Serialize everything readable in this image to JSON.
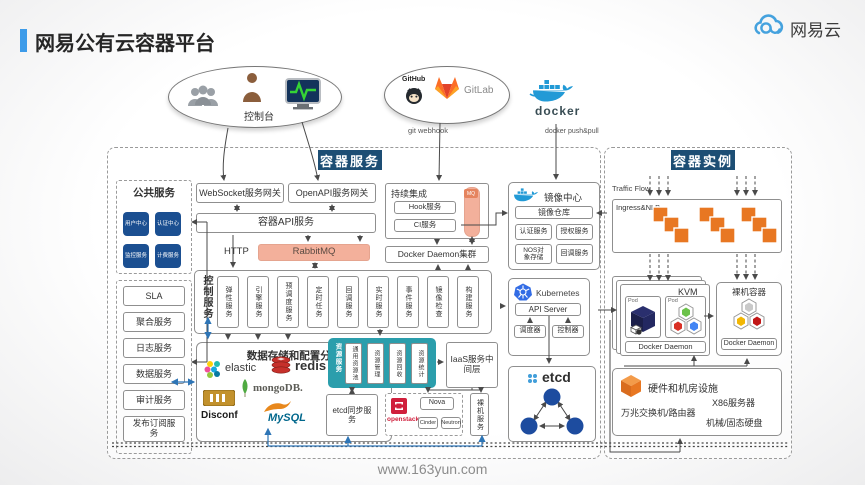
{
  "colors": {
    "accent_blue": "#3d9be9",
    "header_blue": "#1d4e74",
    "cell_blue": "#1b4f91",
    "teal": "#2b9eac",
    "salmon": "#f3b09b",
    "container_orange": "#e87722"
  },
  "page": {
    "title": "网易公有云容器平台",
    "brand": "网易云",
    "footer": "www.163yun.com"
  },
  "top": {
    "console": "控制台",
    "github": "GitHub",
    "gitlab": "GitLab",
    "git_webhook": "git webhook",
    "docker": "docker",
    "docker_pushpull": "docker push&pull"
  },
  "cs": {
    "title": "容器服务",
    "public": {
      "title": "公共服务",
      "items": [
        "用户中心",
        "认证中心",
        "监控服务",
        "计费服务"
      ]
    },
    "side": [
      "SLA",
      "聚合服务",
      "日志服务",
      "数据服务",
      "审计服务",
      "发布订阅服务"
    ],
    "gw_ws": "WebSocket服务网关",
    "gw_open": "OpenAPI服务网关",
    "api": "容器API服务",
    "http": "HTTP",
    "rabbitmq": "RabbitMQ",
    "control": {
      "title": "控制服务",
      "items": [
        "弹性服务",
        "引擎服务",
        "预调度服务",
        "定时任务",
        "回调服务",
        "实时服务",
        "事件服务",
        "镜像检查",
        "构建服务"
      ]
    },
    "ci": {
      "title": "持续集成",
      "hook": "Hook服务",
      "ci": "CI服务",
      "mq": "MQ",
      "daemon": "Docker Daemon集群"
    },
    "registry": {
      "title": "镜像中心",
      "repo": "镜像仓库",
      "items": [
        "认证服务",
        "授权服务",
        "NOS对象存储",
        "回调服务"
      ]
    },
    "storage": {
      "title": "数据存储和配置分发",
      "elastic": "elastic",
      "redis": "redis",
      "mongodb": "mongoDB.",
      "disconf": "Disconf",
      "mysql": "MySQL"
    },
    "resource": {
      "title": "资源服务",
      "items": [
        "通用资源池",
        "资源管理",
        "资源回收",
        "资源统计"
      ]
    },
    "k8s": {
      "title": "Kubernetes",
      "api_server": "API Server",
      "scheduler": "调度器",
      "controller": "控制器"
    },
    "iaas": "IaaS服务中间层",
    "etcd_sync": "etcd同步服务",
    "openstack": {
      "title": "openstack",
      "items": [
        "Nova",
        "Cinder",
        "Neutron"
      ]
    },
    "baremetal_svc": "裸机服务",
    "etcd": "etcd"
  },
  "inst": {
    "title": "容器实例",
    "traffic": "Traffic Flow",
    "ingress": "Ingress&NLB",
    "kvm": "KVM",
    "pod": "Pod",
    "daemon": "Docker Daemon",
    "baremetal": "裸机容器",
    "hw": {
      "title": "硬件和机房设施",
      "items": [
        "万兆交换机/路由器",
        "X86服务器",
        "机械/固态硬盘"
      ]
    }
  }
}
